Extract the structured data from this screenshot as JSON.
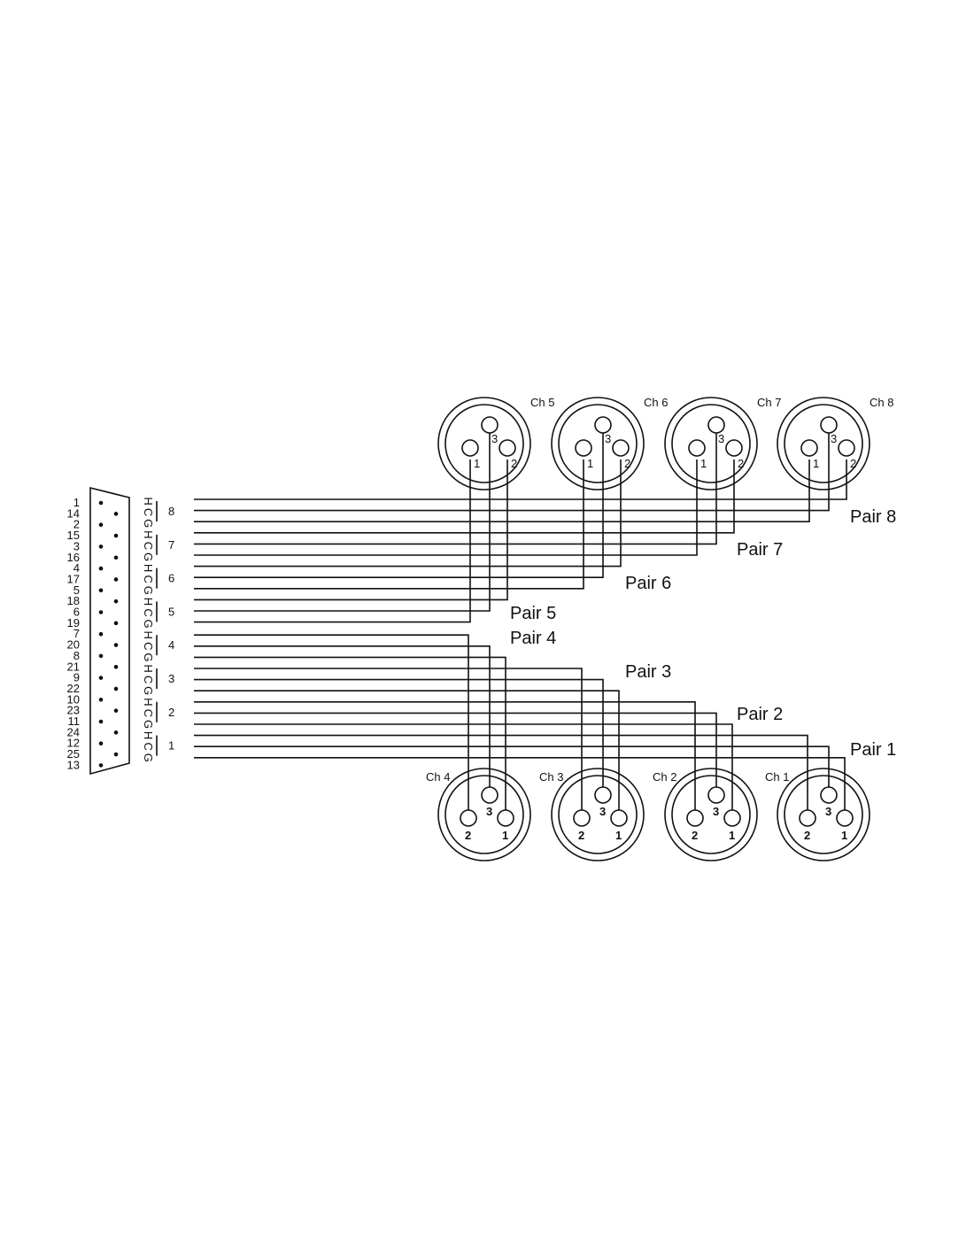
{
  "db25": {
    "pin_labels": [
      "1",
      "14",
      "2",
      "15",
      "3",
      "16",
      "4",
      "17",
      "5",
      "18",
      "6",
      "19",
      "7",
      "20",
      "8",
      "21",
      "9",
      "22",
      "10",
      "23",
      "11",
      "24",
      "12",
      "25",
      "13"
    ],
    "signal_labels": [
      "H",
      "C",
      "G",
      "H",
      "C",
      "G",
      "H",
      "C",
      "G",
      "H",
      "C",
      "G",
      "H",
      "C",
      "G",
      "H",
      "C",
      "G",
      "H",
      "C",
      "G",
      "H",
      "C",
      "G"
    ],
    "group_labels": [
      "8",
      "7",
      "6",
      "5",
      "4",
      "3",
      "2",
      "1"
    ]
  },
  "pair_labels": [
    "Pair 8",
    "Pair 7",
    "Pair 6",
    "Pair 5",
    "Pair 4",
    "Pair 3",
    "Pair 2",
    "Pair 1"
  ],
  "xlr_top": [
    {
      "channel": "Ch 5",
      "pins": [
        "1",
        "2",
        "3"
      ]
    },
    {
      "channel": "Ch 6",
      "pins": [
        "1",
        "2",
        "3"
      ]
    },
    {
      "channel": "Ch 7",
      "pins": [
        "1",
        "2",
        "3"
      ]
    },
    {
      "channel": "Ch 8",
      "pins": [
        "1",
        "2",
        "3"
      ]
    }
  ],
  "xlr_bottom": [
    {
      "channel": "Ch 4",
      "pins": [
        "2",
        "1",
        "3"
      ]
    },
    {
      "channel": "Ch 3",
      "pins": [
        "2",
        "1",
        "3"
      ]
    },
    {
      "channel": "Ch 2",
      "pins": [
        "2",
        "1",
        "3"
      ]
    },
    {
      "channel": "Ch 1",
      "pins": [
        "2",
        "1",
        "3"
      ]
    }
  ]
}
